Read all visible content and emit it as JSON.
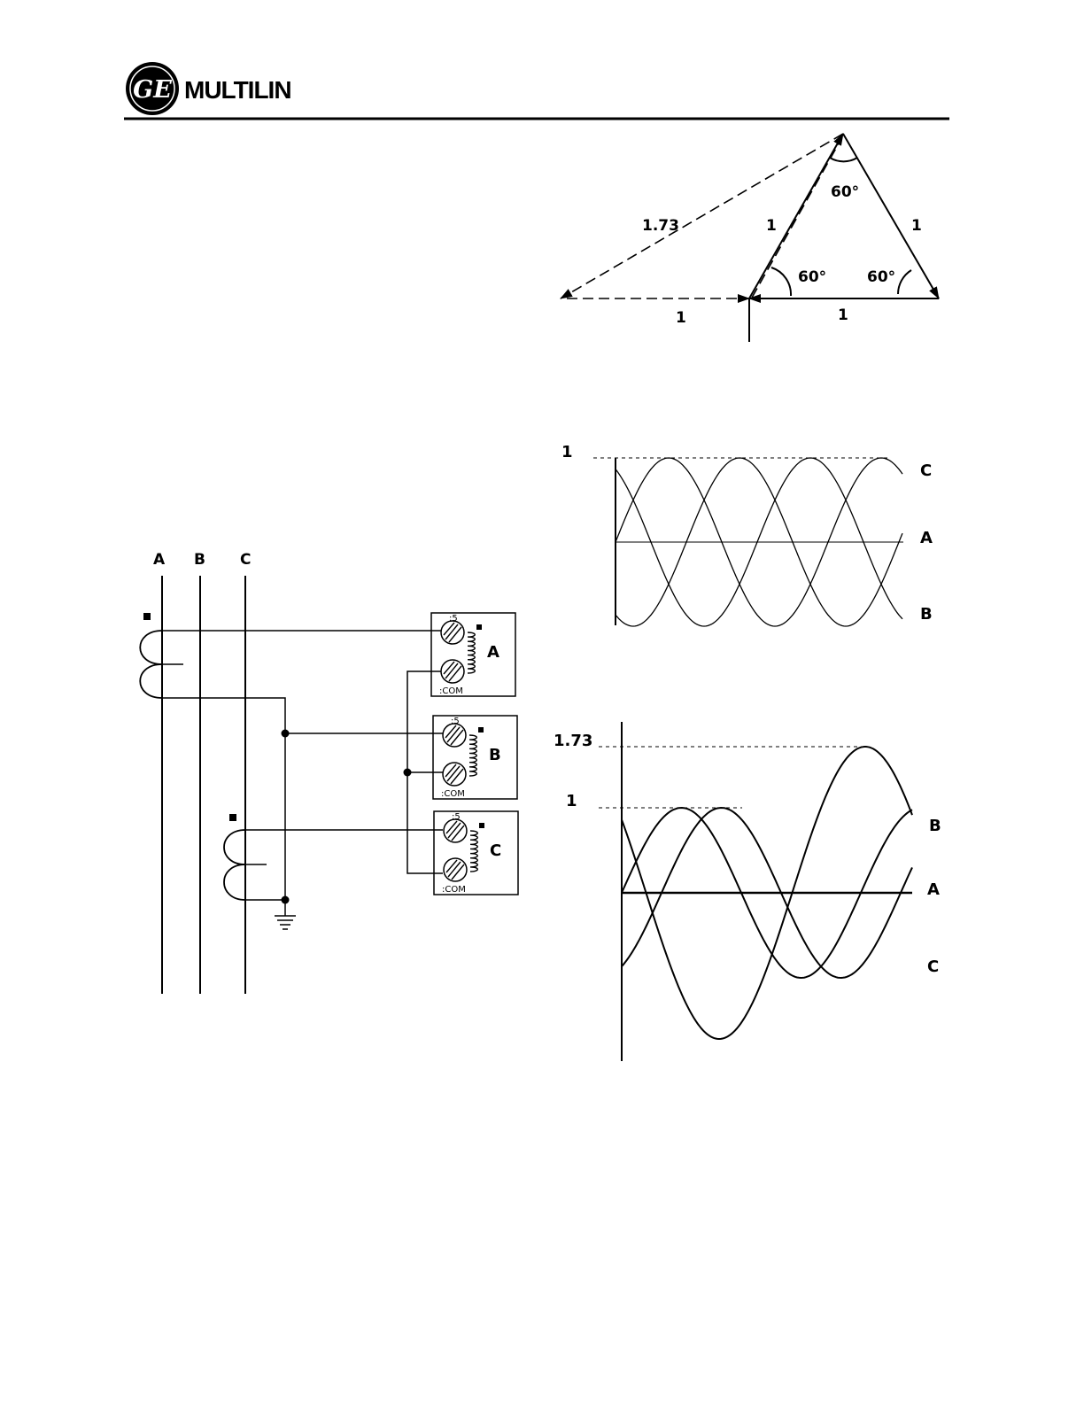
{
  "header": {
    "brand_name": "MULTILIN",
    "logo_text": "GE"
  },
  "phasor_diagram": {
    "labels": {
      "diagonal": "1.73",
      "inner_left": "1",
      "right_side": "1",
      "base_left": "1",
      "base_right": "1",
      "angle_top": "60°",
      "angle_left": "60°",
      "angle_right": "60°"
    }
  },
  "waveform_top": {
    "y_marker": "1",
    "series_labels": [
      "C",
      "A",
      "B"
    ]
  },
  "waveform_bottom": {
    "y_markers": [
      "1.73",
      "1"
    ],
    "series_labels": [
      "B",
      "A",
      "C"
    ]
  },
  "wiring": {
    "bus_labels": [
      "A",
      "B",
      "C"
    ],
    "relays": [
      {
        "name": "A",
        "tap": ":5",
        "com": ":COM"
      },
      {
        "name": "B",
        "tap": ":5",
        "com": ":COM"
      },
      {
        "name": "C",
        "tap": ":5",
        "com": ":COM"
      }
    ]
  }
}
